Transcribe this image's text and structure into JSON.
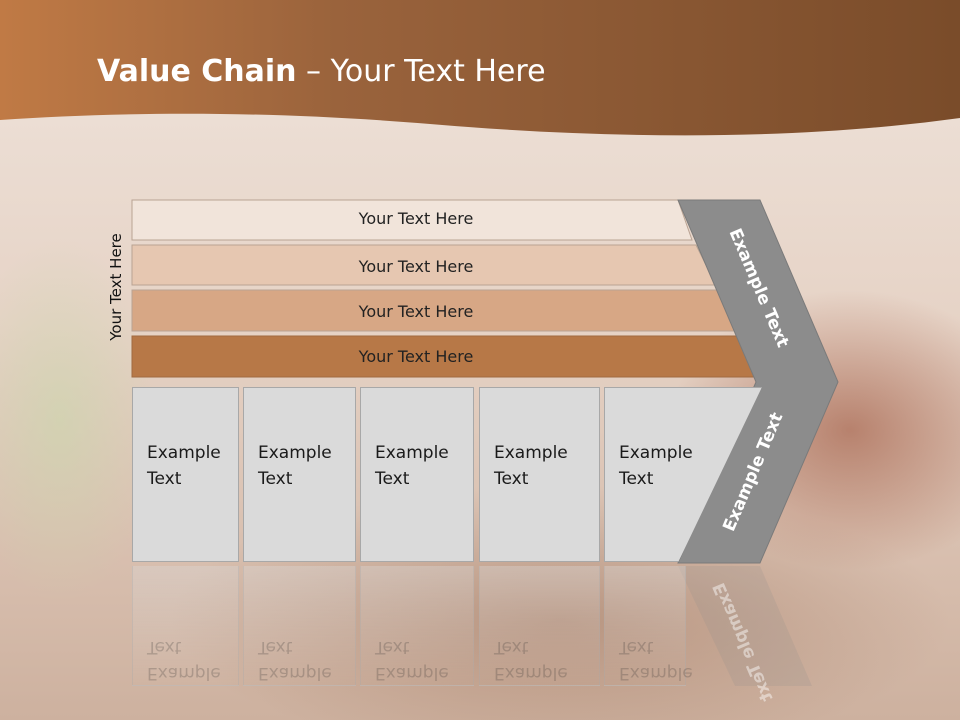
{
  "title": {
    "bold": "Value Chain",
    "rest": " – Your Text Here"
  },
  "side_label": "Your Text Here",
  "bars": [
    {
      "label": "Your Text Here",
      "color": "#f1e4da"
    },
    {
      "label": "Your Text Here",
      "color": "#e6c7b1"
    },
    {
      "label": "Your Text Here",
      "color": "#d7a785"
    },
    {
      "label": "Your Text Here",
      "color": "#b77847"
    }
  ],
  "arrow": {
    "upper_label": "Example Text",
    "lower_label": "Example Text",
    "color": "#8c8c8c"
  },
  "boxes": [
    {
      "line1": "Example",
      "line2": "Text"
    },
    {
      "line1": "Example",
      "line2": "Text"
    },
    {
      "line1": "Example",
      "line2": "Text"
    },
    {
      "line1": "Example",
      "line2": "Text"
    },
    {
      "line1": "Example",
      "line2": "Text"
    }
  ],
  "colors": {
    "header": "#9a5f34",
    "box_fill": "#dadada"
  }
}
